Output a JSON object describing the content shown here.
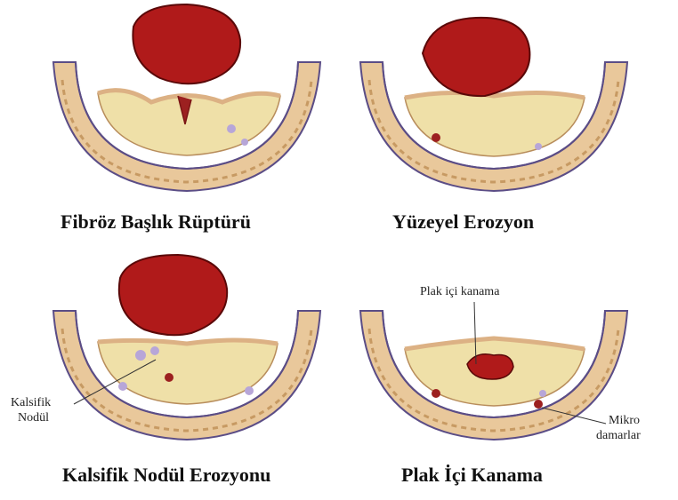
{
  "panels": [
    {
      "caption": "Fibröz Başlık Rüptürü"
    },
    {
      "caption": "Yüzeyel Erozyon"
    },
    {
      "caption": "Kalsifik Nodül Erozyonu"
    },
    {
      "caption": "Plak İçi Kanama"
    }
  ],
  "labels": {
    "plaque_hemorrhage": "Plak içi kanama",
    "calcific_nodule_line1": "Kalsifik",
    "calcific_nodule_line2": "Nodül",
    "microvessels_line1": "Mikro",
    "microvessels_line2": "damarlar"
  },
  "colors": {
    "thrombus": "#b01a1a",
    "thrombus_dark": "#5a0808",
    "vessel_wall": "#e9c89b",
    "wall_stripe": "#c79a63",
    "lumen_line": "#5b4d86",
    "plaque_core": "#efe0a8",
    "intima_cap": "#dcb184",
    "calcium": "#b7a6d8",
    "blood": "#9c2020"
  }
}
